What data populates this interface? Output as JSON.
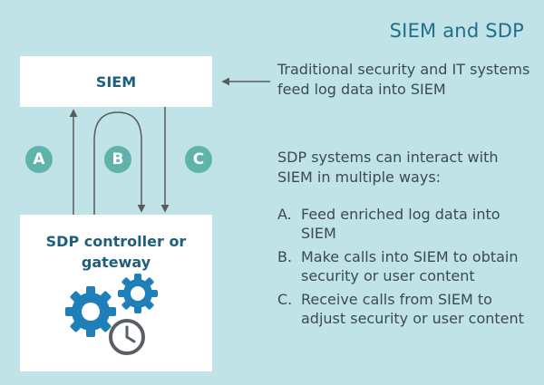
{
  "title": "SIEM and SDP",
  "siem_box": {
    "label": "SIEM"
  },
  "sdp_box": {
    "line1": "SDP controller or",
    "line2": "gateway"
  },
  "badges": [
    "A",
    "B",
    "C"
  ],
  "text1": "Traditional security and IT systems feed log data into SIEM",
  "text2": "SDP systems can interact with SIEM in multiple ways:",
  "items": [
    {
      "marker": "A.",
      "text": "Feed enriched log data into SIEM"
    },
    {
      "marker": "B.",
      "text": "Make calls into SIEM to obtain security or user content"
    },
    {
      "marker": "C.",
      "text": "Receive calls from SIEM to adjust security or user content"
    }
  ],
  "colors": {
    "background": "#bfe3e6",
    "title": "#1f6f8a",
    "badge": "#5fb3aa",
    "gear_blue": "#1f7fb8",
    "clock_gray": "#5a5f66"
  },
  "icons": [
    "gears-icon",
    "clock-icon"
  ]
}
